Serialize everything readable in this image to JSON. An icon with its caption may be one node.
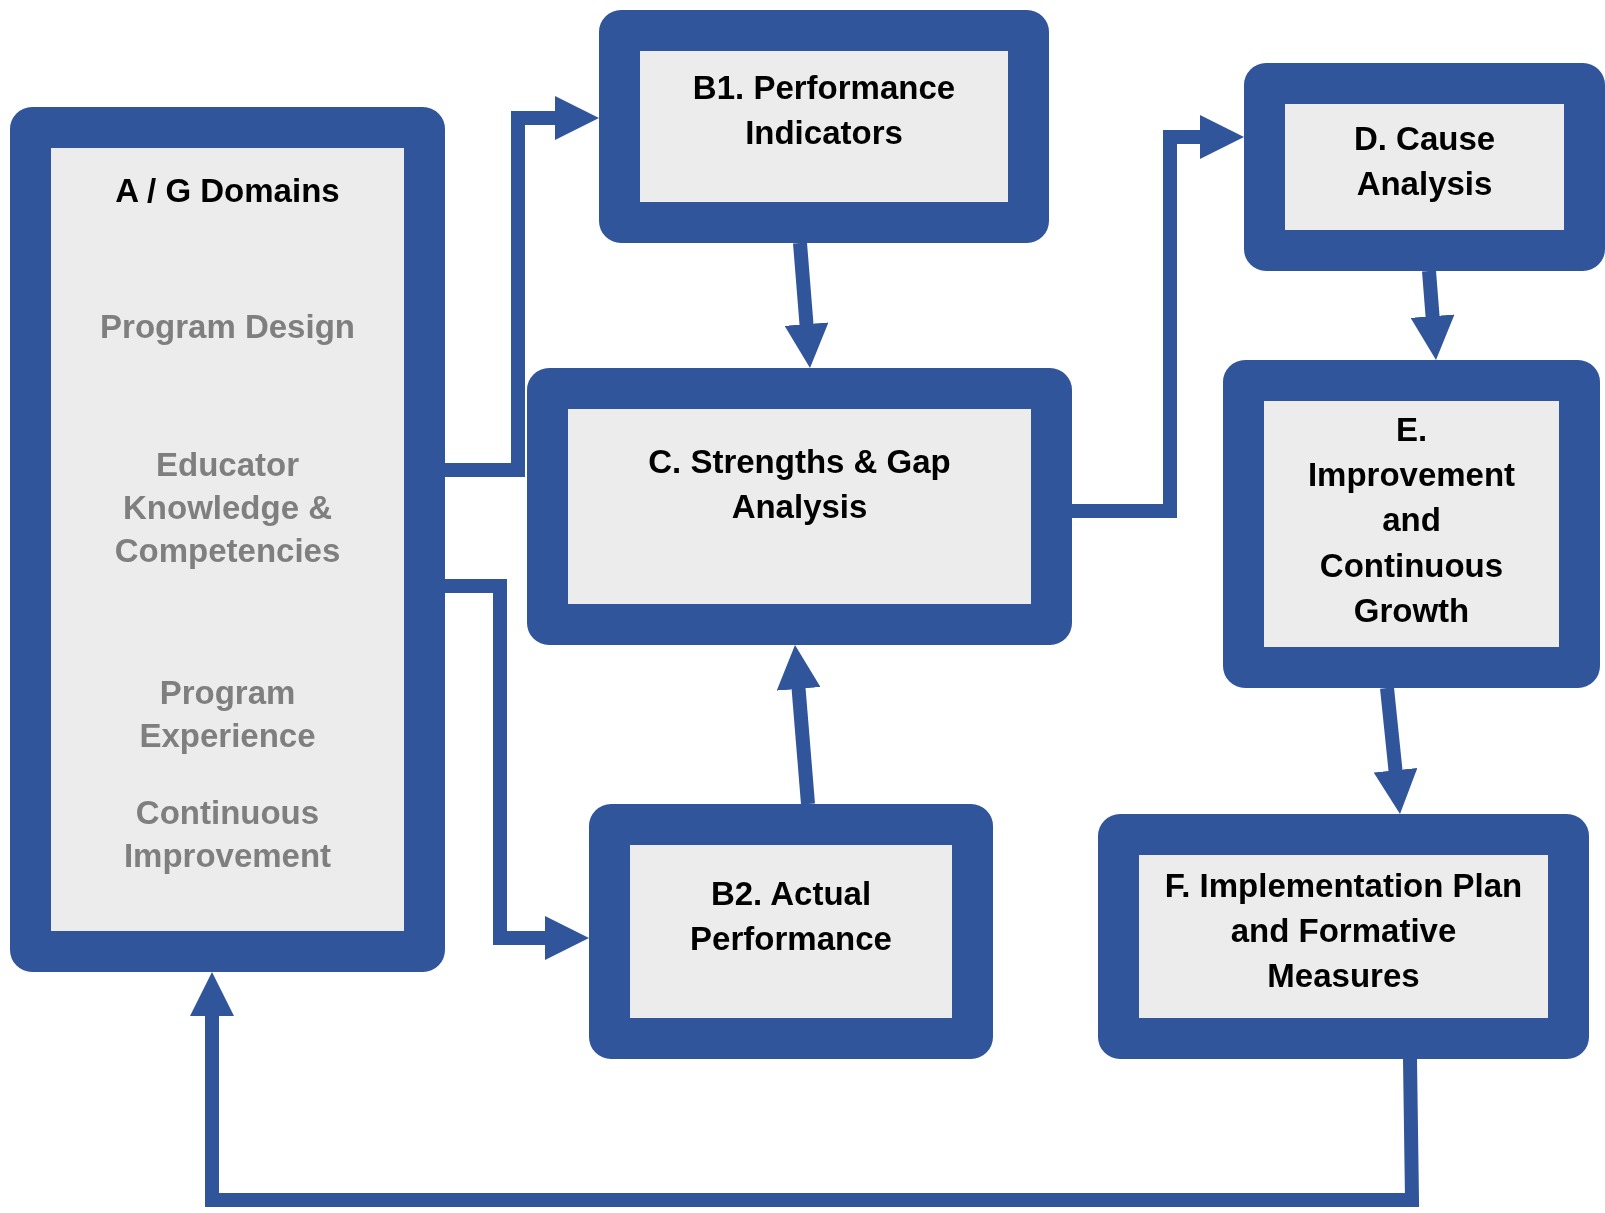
{
  "diagram": {
    "nodes": [
      {
        "text": [
          "A / G Domains",
          "Program Design",
          "Educator Knowledge & Competencies",
          "Program Experience",
          "Continuous Improvement"
        ]
      },
      {
        "text": [
          "B1. Performance Indicators"
        ]
      },
      {
        "text": [
          "C. Strengths & Gap Analysis"
        ]
      },
      {
        "text": [
          "B2. Actual Performance"
        ]
      },
      {
        "text": [
          "D. Cause Analysis"
        ]
      },
      {
        "text": [
          "E. Improvement and Continuous Growth"
        ]
      },
      {
        "text": [
          "F. Implementation Plan and Formative Measures"
        ]
      }
    ],
    "edges": [
      {
        "from": 0,
        "to": 1,
        "arrow": "to"
      },
      {
        "from": 0,
        "to": 3,
        "arrow": "to"
      },
      {
        "from": 1,
        "to": 2,
        "arrow": "to"
      },
      {
        "from": 3,
        "to": 2,
        "arrow": "to"
      },
      {
        "from": 2,
        "to": 4,
        "arrow": "to"
      },
      {
        "from": 4,
        "to": 5,
        "arrow": "to"
      },
      {
        "from": 5,
        "to": 6,
        "arrow": "to"
      },
      {
        "from": 6,
        "to": 0,
        "arrow": "to"
      }
    ]
  }
}
